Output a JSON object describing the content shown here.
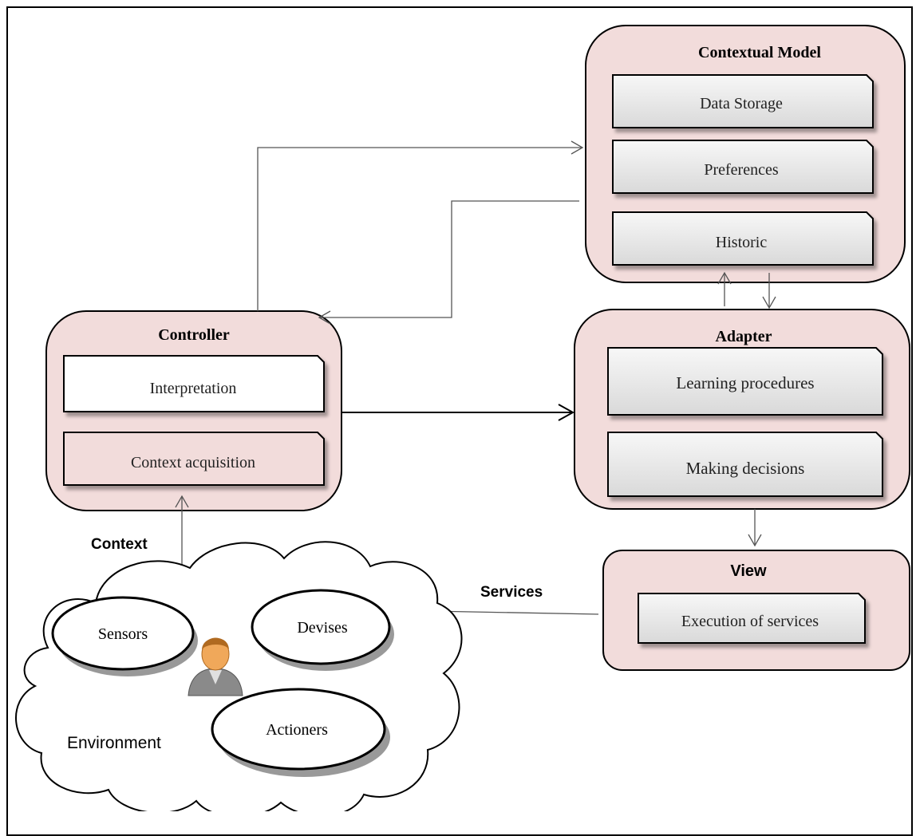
{
  "contextual_model": {
    "title": "Contextual Model",
    "items": [
      "Data Storage",
      "Preferences",
      "Historic"
    ]
  },
  "controller": {
    "title": "Controller",
    "items": [
      "Interpretation",
      "Context acquisition"
    ]
  },
  "adapter": {
    "title": "Adapter",
    "items": [
      "Learning procedures",
      "Making decisions"
    ]
  },
  "view": {
    "title": "View",
    "items": [
      "Execution of services"
    ]
  },
  "labels": {
    "context": "Context",
    "services": "Services"
  },
  "environment": {
    "label": "Environment",
    "items": [
      "Sensors",
      "Devises",
      "Actioners"
    ],
    "icon": "user-icon"
  },
  "colors": {
    "panel_fill": "#f2dcdb",
    "box_fill": "#e6e6e6",
    "white_box": "#ffffff",
    "stroke": "#000000",
    "arrow": "#555555"
  }
}
